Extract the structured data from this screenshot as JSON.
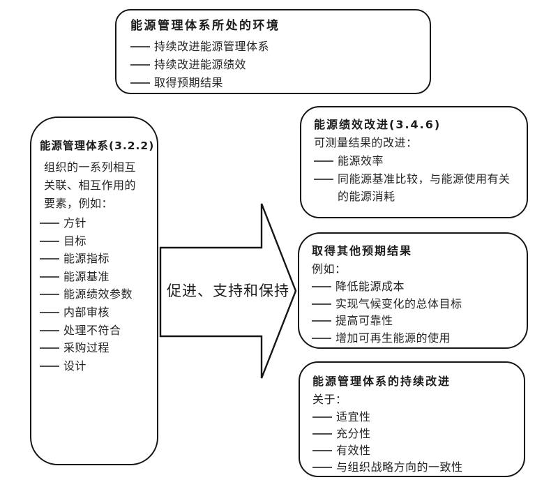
{
  "diagram": {
    "top_box": {
      "title": "能源管理体系所处的环境",
      "items": [
        "持续改进能源管理体系",
        "持续改进能源绩效",
        "取得预期结果"
      ]
    },
    "left_box": {
      "title": "能源管理体系(3.2.2)",
      "description": "组织的一系列相互关联、相互作用的要素，例如：",
      "items": [
        "方针",
        "目标",
        "能源指标",
        "能源基准",
        "能源绩效参数",
        "内部审核",
        "处理不符合",
        "采购过程",
        "设计"
      ]
    },
    "arrow": {
      "label": "促进、支持和保持"
    },
    "right_boxes": [
      {
        "title": "能源绩效改进(3.4.6)",
        "intro": "可测量结果的改进：",
        "items": [
          "能源效率",
          "同能源基准比较，与能源使用有关的能源消耗"
        ]
      },
      {
        "title": "取得其他预期结果",
        "intro": "例如：",
        "items": [
          "降低能源成本",
          "实现气候变化的总体目标",
          "提高可靠性",
          "增加可再生能源的使用"
        ]
      },
      {
        "title": "能源管理体系的持续改进",
        "intro": "关于：",
        "items": [
          "适宜性",
          "充分性",
          "有效性",
          "与组织战略方向的一致性"
        ]
      }
    ],
    "colors": {
      "line": "#161616",
      "text": "#242424",
      "background": "#ffffff"
    }
  }
}
